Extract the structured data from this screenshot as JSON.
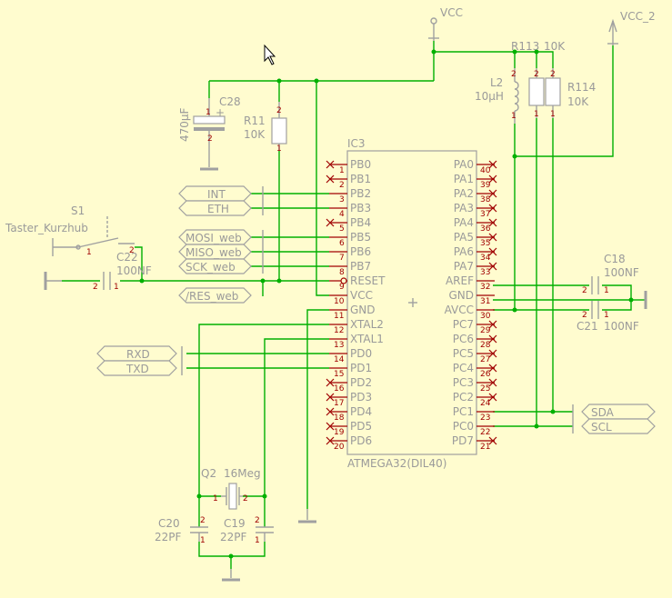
{
  "ic": {
    "name": "IC3",
    "value": "ATMEGA32(DIL40)",
    "left_pins": [
      {
        "num": "1",
        "label": "PB0",
        "nc": true
      },
      {
        "num": "2",
        "label": "PB1",
        "nc": true
      },
      {
        "num": "3",
        "label": "PB2",
        "nc": false
      },
      {
        "num": "4",
        "label": "PB3",
        "nc": false
      },
      {
        "num": "5",
        "label": "PB4",
        "nc": true
      },
      {
        "num": "6",
        "label": "PB5",
        "nc": false
      },
      {
        "num": "7",
        "label": "PB6",
        "nc": false
      },
      {
        "num": "8",
        "label": "PB7",
        "nc": false
      },
      {
        "num": "9",
        "label": "RESET",
        "nc": false
      },
      {
        "num": "10",
        "label": "VCC",
        "nc": false
      },
      {
        "num": "11",
        "label": "GND",
        "nc": false
      },
      {
        "num": "12",
        "label": "XTAL2",
        "nc": false
      },
      {
        "num": "13",
        "label": "XTAL1",
        "nc": false
      },
      {
        "num": "14",
        "label": "PD0",
        "nc": false
      },
      {
        "num": "15",
        "label": "PD1",
        "nc": false
      },
      {
        "num": "16",
        "label": "PD2",
        "nc": true
      },
      {
        "num": "17",
        "label": "PD3",
        "nc": true
      },
      {
        "num": "18",
        "label": "PD4",
        "nc": true
      },
      {
        "num": "19",
        "label": "PD5",
        "nc": true
      },
      {
        "num": "20",
        "label": "PD6",
        "nc": true
      }
    ],
    "right_pins": [
      {
        "num": "40",
        "label": "PA0",
        "nc": true
      },
      {
        "num": "39",
        "label": "PA1",
        "nc": true
      },
      {
        "num": "38",
        "label": "PA2",
        "nc": true
      },
      {
        "num": "37",
        "label": "PA3",
        "nc": true
      },
      {
        "num": "36",
        "label": "PA4",
        "nc": true
      },
      {
        "num": "35",
        "label": "PA5",
        "nc": true
      },
      {
        "num": "34",
        "label": "PA6",
        "nc": true
      },
      {
        "num": "33",
        "label": "PA7",
        "nc": true
      },
      {
        "num": "32",
        "label": "AREF",
        "nc": false
      },
      {
        "num": "31",
        "label": "GND",
        "nc": false
      },
      {
        "num": "30",
        "label": "AVCC",
        "nc": false
      },
      {
        "num": "29",
        "label": "PC7",
        "nc": true
      },
      {
        "num": "28",
        "label": "PC6",
        "nc": true
      },
      {
        "num": "27",
        "label": "PC5",
        "nc": true
      },
      {
        "num": "26",
        "label": "PC4",
        "nc": true
      },
      {
        "num": "25",
        "label": "PC3",
        "nc": true
      },
      {
        "num": "24",
        "label": "PC2",
        "nc": true
      },
      {
        "num": "23",
        "label": "PC1",
        "nc": false
      },
      {
        "num": "22",
        "label": "PC0",
        "nc": false
      },
      {
        "num": "21",
        "label": "PD7",
        "nc": true
      }
    ]
  },
  "supplies": {
    "vcc": "VCC",
    "vcc2": "VCC_2"
  },
  "parts": {
    "c28": {
      "name": "C28",
      "value": "470µF",
      "plus": "+",
      "p1": "1",
      "p2": "2"
    },
    "r11": {
      "name": "R11",
      "value": "10K",
      "p1": "1",
      "p2": "2"
    },
    "s1": {
      "name": "S1",
      "value": "Taster_Kurzhub",
      "p1": "1",
      "p2": "2"
    },
    "c22": {
      "name": "C22",
      "value": "100NF",
      "p1": "1",
      "p2": "2"
    },
    "l2": {
      "name": "L2",
      "value": "10µH",
      "p1": "1",
      "p2": "2"
    },
    "r113": {
      "name": "R113",
      "value": "10K",
      "p1": "1",
      "p2": "2"
    },
    "r114": {
      "name": "R114",
      "value": "10K",
      "p1": "1",
      "p2": "2"
    },
    "c18": {
      "name": "C18",
      "value": "100NF",
      "p1": "1",
      "p2": "2"
    },
    "c21": {
      "name": "C21",
      "value": "100NF",
      "p1": "1",
      "p2": "2"
    },
    "q2": {
      "name": "Q2",
      "value": "16Meg",
      "p1": "1",
      "p2": "2"
    },
    "c20": {
      "name": "C20",
      "value": "22PF",
      "p1": "1",
      "p2": "2"
    },
    "c19": {
      "name": "C19",
      "value": "22PF",
      "p1": "1",
      "p2": "2"
    }
  },
  "net_labels": {
    "int": "INT",
    "eth": "ETH",
    "mosi": "MOSI_web",
    "miso": "MISO_web",
    "sck": "SCK_web",
    "res": "/RES_web",
    "rxd": "RXD",
    "txd": "TXD",
    "sda": "SDA",
    "scl": "SCL"
  },
  "colors": {
    "background": "#fffccf",
    "wire": "#00b000",
    "part": "#a0a0a0",
    "pin": "#a00000"
  }
}
